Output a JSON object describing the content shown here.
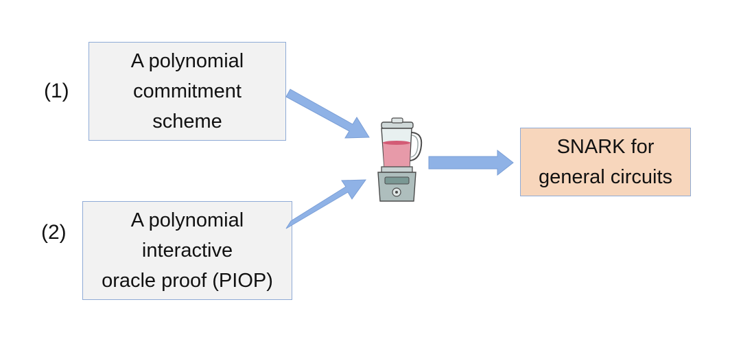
{
  "diagram": {
    "inputs": [
      {
        "number": "(1)",
        "lines": [
          "A polynomial",
          "commitment",
          "scheme"
        ]
      },
      {
        "number": "(2)",
        "lines": [
          "A polynomial",
          "interactive",
          "oracle proof (PIOP)"
        ]
      }
    ],
    "output": {
      "lines": [
        "SNARK for",
        "general circuits"
      ]
    },
    "combiner_icon": "blender-icon",
    "colors": {
      "input_fill": "#f2f2f2",
      "output_fill": "#f7d6bc",
      "box_border": "#8eaad6",
      "arrow": "#8fb2e6"
    }
  }
}
